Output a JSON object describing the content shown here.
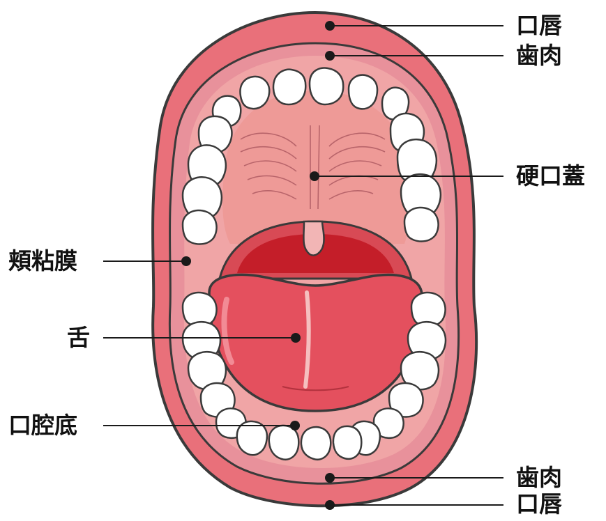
{
  "diagram": {
    "labels": {
      "upper_lip": "口唇",
      "upper_gum": "歯肉",
      "hard_palate": "硬口蓋",
      "buccal_mucosa": "頬粘膜",
      "tongue": "舌",
      "floor_of_mouth": "口腔底",
      "lower_gum": "歯肉",
      "lower_lip": "口唇"
    },
    "colors": {
      "lip": "#E9707A",
      "lip_outline": "#3A3A3A",
      "gum": "#E89AA3",
      "palate": "#EE9A97",
      "throat": "#C41E29",
      "tongue": "#E4505E",
      "tooth": "#FFFFFF",
      "leader": "#1A1A1A"
    }
  }
}
